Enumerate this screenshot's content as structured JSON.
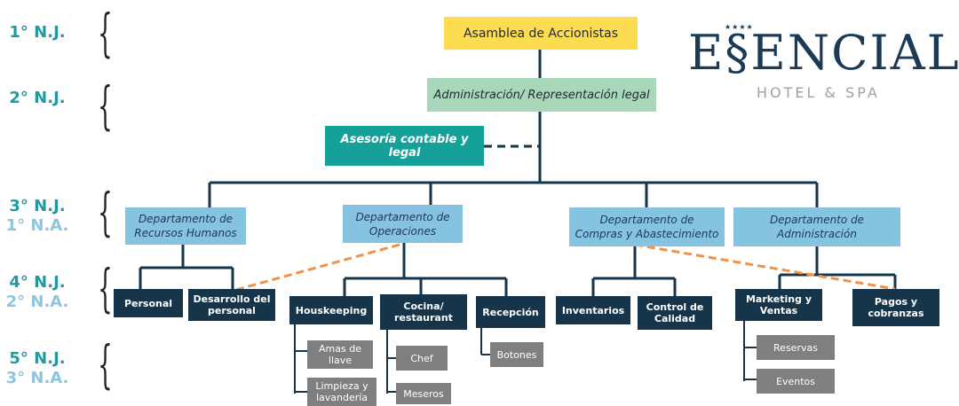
{
  "levels": [
    {
      "nj": "1° N.J.",
      "na": ""
    },
    {
      "nj": "2° N.J.",
      "na": ""
    },
    {
      "nj": "3° N.J.",
      "na": "1° N.A."
    },
    {
      "nj": "4° N.J.",
      "na": "2° N.A."
    },
    {
      "nj": "5° N.J.",
      "na": "3° N.A."
    }
  ],
  "logo": {
    "name": "E§ENCIAL",
    "sub": "HOTEL & SPA",
    "stars": "★★★★"
  },
  "nodes": {
    "asamblea": "Asamblea de Accionistas",
    "administracion_legal": "Administración/ Representación legal",
    "asesoria": "Asesoría contable y legal",
    "rrhh": "Departamento de Recursos Humanos",
    "operaciones": "Departamento de Operaciones",
    "compras": "Departamento de Compras y Abastecimiento",
    "dep_admin": "Departamento de Administración",
    "personal": "Personal",
    "desarrollo": "Desarrollo del personal",
    "housekeeping": "Houskeeping",
    "cocina": "Cocina/ restaurant",
    "recepcion": "Recepción",
    "inventarios": "Inventarios",
    "control": "Control de Calidad",
    "marketing": "Marketing y Ventas",
    "pagos": "Pagos y cobranzas",
    "amas": "Amas de llave",
    "limpieza": "Limpieza y lavandería",
    "chef": "Chef",
    "meseros": "Meseros",
    "botones": "Botones",
    "reservas": "Reservas",
    "eventos": "Eventos"
  },
  "colors": {
    "line": "#16354a",
    "dashed_orange": "#f0924a",
    "yellow": "#fddc52",
    "green": "#a8d8b9",
    "teal": "#16a09a",
    "blue": "#86c3e1",
    "navy": "#16354a",
    "grey": "#7f7f7f"
  }
}
